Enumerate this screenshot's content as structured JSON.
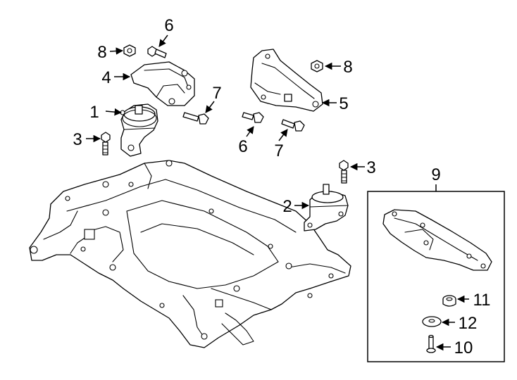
{
  "diagram": {
    "callouts": [
      {
        "id": "c1",
        "label": "1"
      },
      {
        "id": "c2",
        "label": "2"
      },
      {
        "id": "c3a",
        "label": "3"
      },
      {
        "id": "c3b",
        "label": "3"
      },
      {
        "id": "c4",
        "label": "4"
      },
      {
        "id": "c5",
        "label": "5"
      },
      {
        "id": "c6a",
        "label": "6"
      },
      {
        "id": "c6b",
        "label": "6"
      },
      {
        "id": "c7a",
        "label": "7"
      },
      {
        "id": "c7b",
        "label": "7"
      },
      {
        "id": "c8a",
        "label": "8"
      },
      {
        "id": "c8b",
        "label": "8"
      },
      {
        "id": "c9",
        "label": "9"
      },
      {
        "id": "c10",
        "label": "10"
      },
      {
        "id": "c11",
        "label": "11"
      },
      {
        "id": "c12",
        "label": "12"
      }
    ]
  }
}
